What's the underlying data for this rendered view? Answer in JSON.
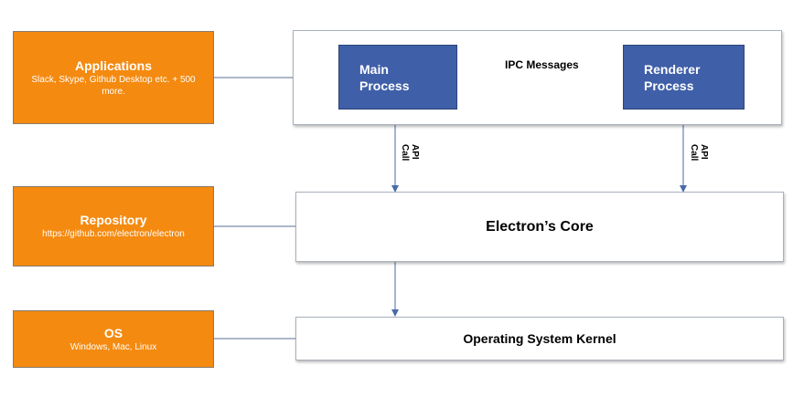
{
  "left_boxes": {
    "applications": {
      "title": "Applications",
      "subtitle": "Slack, Skype, Github Desktop etc. + 500 more."
    },
    "repository": {
      "title": "Repository",
      "subtitle": "https://github.com/electron/electron"
    },
    "os": {
      "title": "OS",
      "subtitle": "Windows, Mac, Linux"
    }
  },
  "top_panel": {
    "main_process": "Main Process",
    "renderer_process": "Renderer Process",
    "ipc_label": "IPC Messages"
  },
  "api_calls": {
    "left": "API Call",
    "right": "API Call"
  },
  "core_label": "Electron’s Core",
  "kernel_label": "Operating System Kernel",
  "colors": {
    "orange": "#f48a10",
    "blue": "#3f5fa8",
    "connector": "#4a6aa8"
  }
}
